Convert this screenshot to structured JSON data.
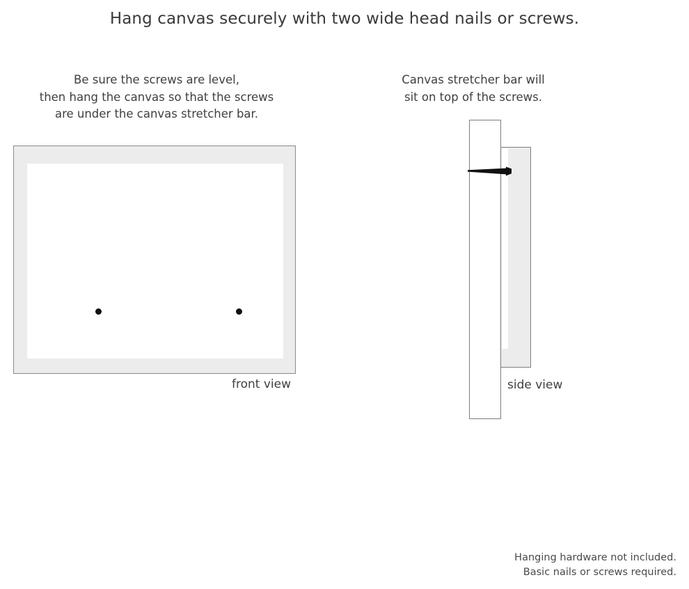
{
  "title": "Hang canvas securely with two wide head nails or screws.",
  "captions": {
    "left": {
      "lines": [
        "Be sure the screws are level,",
        "then hang the canvas so that the screws",
        "are under the canvas stretcher bar."
      ]
    },
    "right": {
      "lines": [
        "Canvas stretcher bar will",
        "sit on top of the screws."
      ]
    }
  },
  "labels": {
    "front_view": "front view",
    "side_view": "side view"
  },
  "footer": {
    "lines": [
      "Hanging hardware not included.",
      "Basic nails or screws required."
    ]
  },
  "colors": {
    "frame_fill": "#ececec",
    "frame_stroke": "#8a8a8a",
    "canvas_fill": "#ffffff",
    "screw": "#111111",
    "nail": "#111111",
    "text": "#3f3f3f",
    "background": "#ffffff"
  },
  "diagram": {
    "front_view": {
      "screw_count": 2,
      "screw_positions": [
        "left",
        "right"
      ]
    },
    "side_view": {
      "parts": [
        "wall-panel",
        "canvas-stretcher-bar",
        "nail"
      ]
    }
  }
}
